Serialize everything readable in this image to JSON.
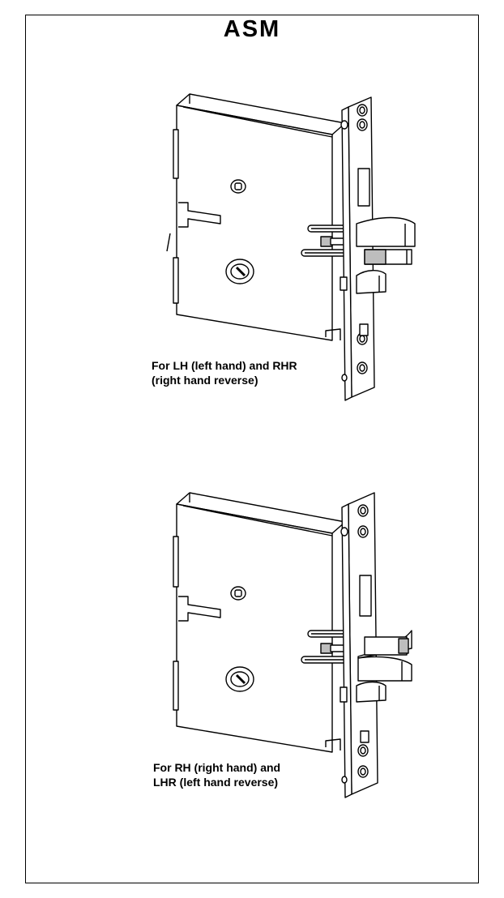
{
  "title": "ASM",
  "figures": [
    {
      "caption_line1": "For LH (left hand) and RHR",
      "caption_line2": "(right hand reverse)"
    },
    {
      "caption_line1": "For RH (right hand) and",
      "caption_line2": "LHR (left hand reverse)"
    }
  ],
  "colors": {
    "line": "#000000",
    "background": "#ffffff",
    "shade": "#bdbdbd"
  }
}
